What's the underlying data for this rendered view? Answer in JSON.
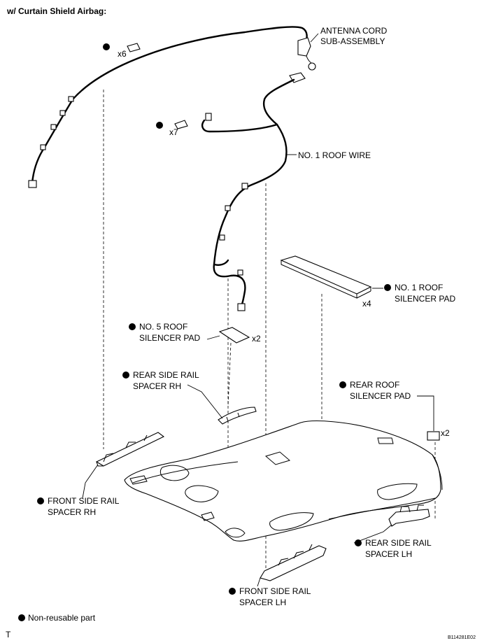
{
  "header": {
    "title": "w/ Curtain Shield Airbag:"
  },
  "labels": {
    "antenna_line1": "ANTENNA CORD",
    "antenna_line2": "SUB-ASSEMBLY",
    "roof_wire": "NO. 1 ROOF WIRE",
    "pad1_line1": "NO. 1 ROOF",
    "pad1_line2": "SILENCER PAD",
    "pad5_line1": "NO. 5 ROOF",
    "pad5_line2": "SILENCER PAD",
    "rear_rh_line1": "REAR SIDE RAIL",
    "rear_rh_line2": "SPACER RH",
    "rear_roof_line1": "REAR ROOF",
    "rear_roof_line2": "SILENCER PAD",
    "front_rh_line1": "FRONT SIDE RAIL",
    "front_rh_line2": "SPACER RH",
    "rear_lh_line1": "REAR SIDE RAIL",
    "rear_lh_line2": "SPACER LH",
    "front_lh_line1": "FRONT SIDE RAIL",
    "front_lh_line2": "SPACER LH"
  },
  "quantities": {
    "clips_upper": "x6",
    "clips_lower": "x7",
    "pad1": "x4",
    "pad5": "x2",
    "rear_roof_pad": "x2"
  },
  "legend": {
    "non_reusable": "Non-reusable part"
  },
  "footer": {
    "left_mark": "T",
    "code": "B114281E02"
  },
  "colors": {
    "line": "#000000",
    "background": "#ffffff"
  }
}
